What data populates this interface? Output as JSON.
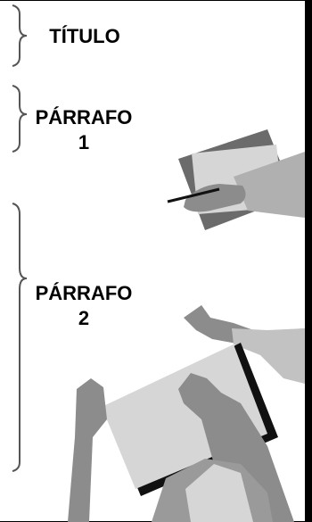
{
  "labels": {
    "titulo": "TÍTULO",
    "parrafo1_word": "PÁRRAFO",
    "parrafo1_num": "1",
    "parrafo2_word": "PÁRRAFO",
    "parrafo2_num": "2"
  },
  "colors": {
    "frame": "#000000",
    "brace": "#555555",
    "skin_gray": "#8c8c8c",
    "sheet_dark": "#6b6b6b",
    "sheet_light": "#d6d6d6",
    "sleeve": "#9a9a9a"
  },
  "icons": [
    "brace-titulo-icon",
    "brace-parrafo1-icon",
    "brace-parrafo2-icon",
    "writing-hand-icon",
    "pointing-hand-icon",
    "hands-holding-paper-icon"
  ]
}
